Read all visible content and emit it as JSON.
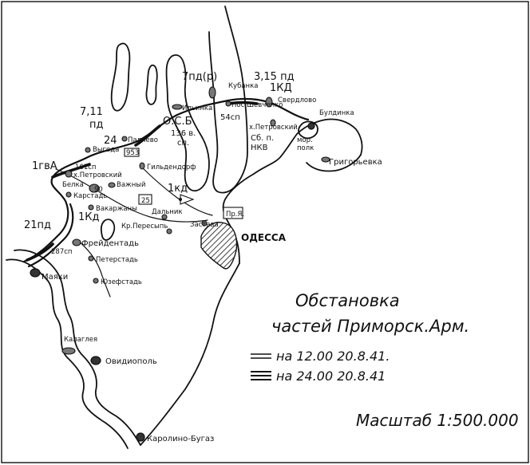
{
  "title": {
    "line1": "Обстановка",
    "line2": "частей Приморск.Арм."
  },
  "legend": {
    "item1": "на 12.00 20.8.41.",
    "item2": "на 24.00 20.8.41"
  },
  "scale": "Масштаб 1:500.000",
  "units": {
    "u_7pd": "7пд(р)",
    "u_315": "3,15 пд",
    "u_1kd_top": "1КД",
    "u_711a": "7,11",
    "u_711b": "пд",
    "u_24": "24",
    "u_1gva": "1гвА",
    "u_161": "161сп",
    "u_90": "90",
    "u_21pd": "21пд",
    "u_1kd_left": "1Кд",
    "u_287": "287сп",
    "u_osb": "О.С.Б",
    "u_136a": "136 в.",
    "u_136b": "сп.",
    "u_54": "54сп",
    "u_1kd_mid": "1кд",
    "u_25": "25",
    "u_953": "953",
    "u_nkv1": "Сб. п.",
    "u_nkv2": "НКВ",
    "u_mor1": "мор.",
    "u_mor2": "полк",
    "u_pya": "Пр.Я."
  },
  "places": {
    "kubanka": "Кубанка",
    "sverdlovo": "Свердлово",
    "bulyanka": "Булдинка",
    "shevchenko": "Пос.Шевченко",
    "ilyinka": "Ильинка",
    "petrovsky_r": "х.Петровский",
    "grigorievka": "Григорьевка",
    "vyhoda": "Выгода",
    "palievo": "Палиево",
    "gildendorf": "Гильдендорф",
    "petrovsky_l": "х.Петровский",
    "belka": "Белка",
    "vazhny": "Важный",
    "karstal": "Карстадь",
    "vakarzhany": "Вакаржаны",
    "dalnik": "Дальник",
    "zastava": "Застава",
    "peresyp": "Кр.Пересыпь",
    "frydental": "Фрейдентадь",
    "petersdal": "Петерстадь",
    "yuzefstal": "Юзефстадь",
    "mayaki": "Маяки",
    "kalaglea": "Калаглея",
    "ovidiopol": "Овидиополь",
    "karolino": "Каролино-Бугаз",
    "odessa": "ОДЕССА"
  }
}
